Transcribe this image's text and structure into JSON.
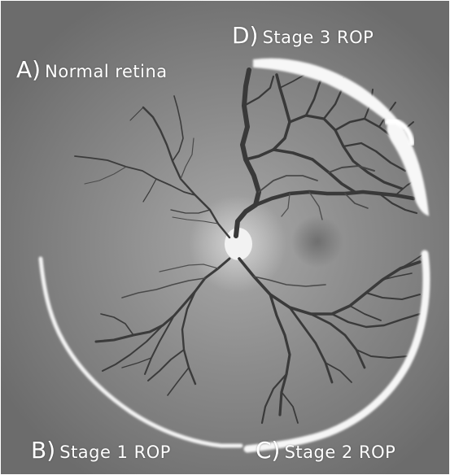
{
  "labels": {
    "a": {
      "letter": "A)",
      "text": "Normal retina"
    },
    "b": {
      "letter": "B)",
      "text": "Stage 1 ROP"
    },
    "c": {
      "letter": "C)",
      "text": "Stage 2 ROP"
    },
    "d": {
      "letter": "D)",
      "text": "Stage 3 ROP"
    }
  },
  "colors": {
    "background": "#8a8a8a",
    "vessel": "#3a3a3a",
    "vessel_thin": "#555555",
    "ridge": "#f4f4f4",
    "optic_disc": "#f2f2f2"
  }
}
